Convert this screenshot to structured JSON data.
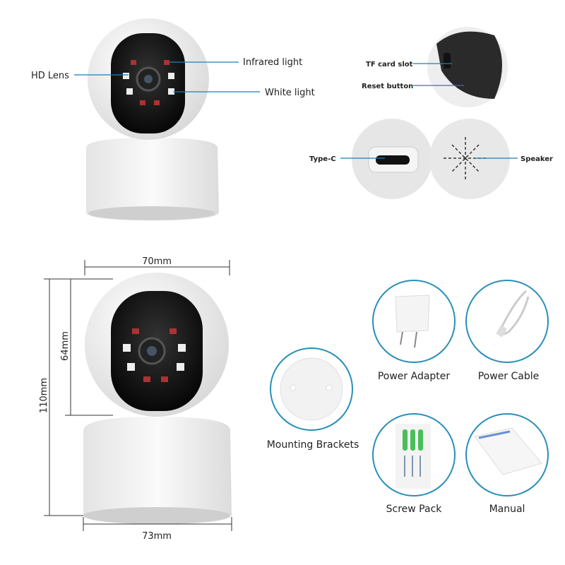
{
  "features": {
    "hd_lens": "HD Lens",
    "infrared_light": "Infrared light",
    "white_light": "White light",
    "tf_card_slot": "TF card slot",
    "reset_button": "Reset button",
    "type_c": "Type-C",
    "speaker": "Speaker"
  },
  "dimensions": {
    "width_top": "70mm",
    "head_height": "64mm",
    "total_height": "110mm",
    "width_base": "73mm"
  },
  "accessories": {
    "power_adapter": "Power Adapter",
    "power_cable": "Power Cable",
    "mounting_brackets": "Mounting Brackets",
    "screw_pack": "Screw Pack",
    "manual": "Manual"
  },
  "colors": {
    "accent": "#2a8fb8"
  }
}
